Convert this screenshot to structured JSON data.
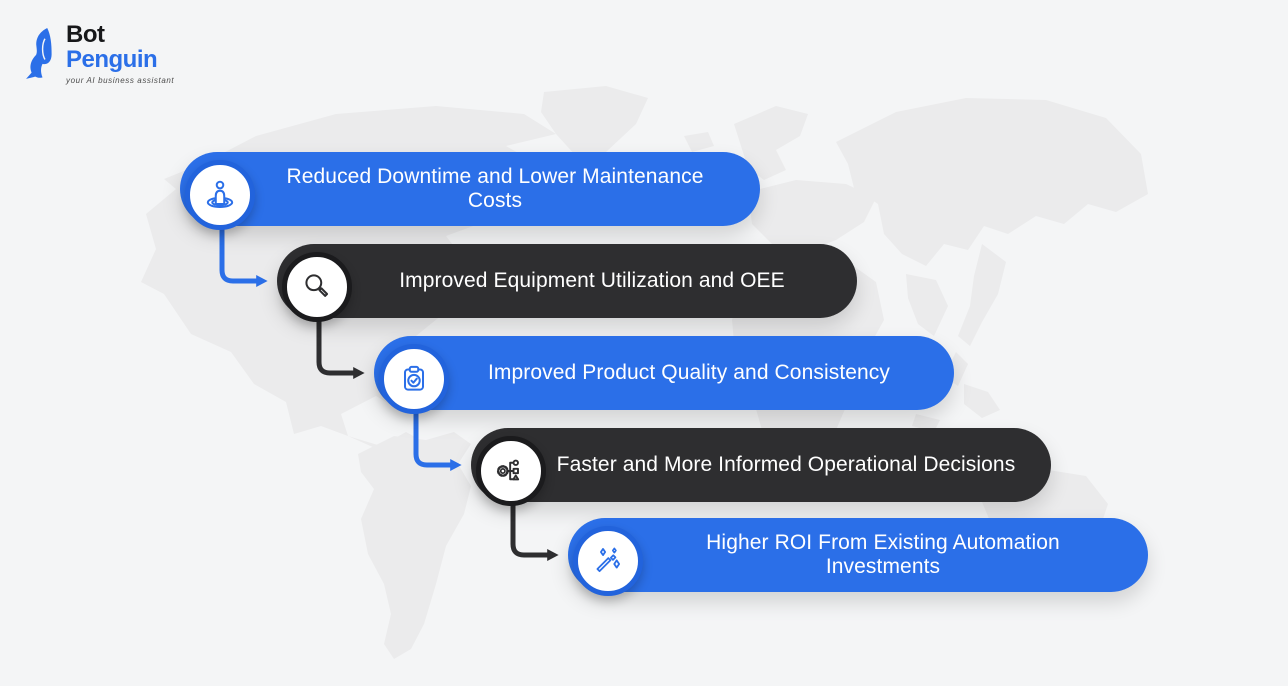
{
  "brand": {
    "name_line1": "Bot",
    "name_line2": "Penguin",
    "tagline": "your AI business assistant"
  },
  "colors": {
    "background": "#F4F5F6",
    "map": "#EBEBEC",
    "blue": "#2B6FE8",
    "blue_ring": "#2263DC",
    "dark": "#2E2E30",
    "dark_ring": "#1B1B1D",
    "banner_text": "#FFFFFF"
  },
  "banners": [
    {
      "label": "Reduced Downtime and Lower Maintenance Costs",
      "variant": "blue",
      "icon": "person-presence-icon"
    },
    {
      "label": "Improved Equipment Utilization and OEE",
      "variant": "dark",
      "icon": "magnifier-icon"
    },
    {
      "label": "Improved Product Quality and Consistency",
      "variant": "blue",
      "icon": "clipboard-check-icon"
    },
    {
      "label": "Faster and More Informed Operational Decisions",
      "variant": "dark",
      "icon": "gear-decision-icon"
    },
    {
      "label": "Higher ROI From Existing Automation Investments",
      "variant": "blue",
      "icon": "magic-wand-icon"
    }
  ]
}
